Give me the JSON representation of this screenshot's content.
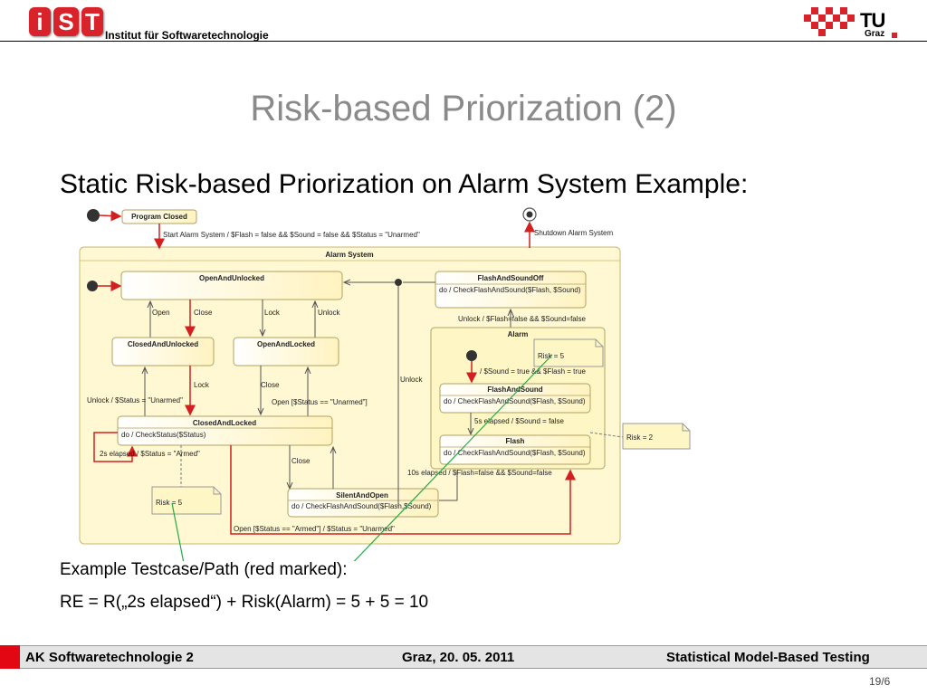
{
  "header": {
    "logo_letters": [
      "i",
      "S",
      "T"
    ],
    "institute": "Institut für Softwaretechnologie",
    "tu_letters": "TU",
    "tu_city": "Graz"
  },
  "title": "Risk-based Priorization (2)",
  "subtitle": "Static Risk-based Priorization on Alarm System Example:",
  "diagram": {
    "initial_state": "Program Closed",
    "start_transition": "Start Alarm System / $Flash = false && $Sound = false && $Status = \"Unarmed\"",
    "shutdown": "Shutdown Alarm System",
    "composite": "Alarm System",
    "states": {
      "open_unlocked": "OpenAndUnlocked",
      "closed_unlocked": "ClosedAndUnlocked",
      "open_locked": "OpenAndLocked",
      "closed_locked": "ClosedAndLocked",
      "closed_locked_do": "do / CheckStatus($Status)",
      "flash_sound_off": "FlashAndSoundOff",
      "flash_sound_off_do": "do / CheckFlashAndSound($Flash, $Sound)",
      "alarm": "Alarm",
      "flash_and_sound": "FlashAndSound",
      "flash_and_sound_do": "do / CheckFlashAndSound($Flash, $Sound)",
      "flash": "Flash",
      "flash_do": "do / CheckFlashAndSound($Flash, $Sound)",
      "silent_open": "SilentAndOpen",
      "silent_open_do": "do / CheckFlashAndSound($Flash,$Sound)"
    },
    "transitions": {
      "open": "Open",
      "close": "Close",
      "lock": "Lock",
      "unlock": "Unlock",
      "lock2": "Lock",
      "close2": "Close",
      "unlock_unarmed": "Unlock / $Status = \"Unarmed\"",
      "open_unarmed": "Open [$Status == \"Unarmed\"]",
      "elapsed_armed": "2s elapsed / $Status = \"Armed\"",
      "close3": "Close",
      "unlock_flash_off": "Unlock / $Flash=false && $Sound=false",
      "unlock3": "Unlock",
      "sound_flash_true": "/ $Sound = true && $Flash = true",
      "five_elapsed": "5s elapsed / $Sound = false",
      "ten_elapsed": "10s elapsed / $Flash=false && $Sound=false",
      "open_armed": "Open [$Status == \"Armed\"] / $Status = \"Unarmed\""
    },
    "notes": {
      "risk_alarm": "Risk = 5",
      "risk_flash": "Risk = 2",
      "risk_elapsed": "Risk = 5"
    },
    "colors": {
      "path": "#d22020",
      "pointer": "#22aa44",
      "state_fill": "#fffbe0",
      "composite_fill": "#fff6c6"
    }
  },
  "example_label": "Example Testcase/Path (red marked):",
  "formula": "RE = R(„2s elapsed“) + Risk(Alarm) = 5 + 5 = 10",
  "footer": {
    "left": "AK Softwaretechnologie 2",
    "middle": "Graz, 20. 05. 2011",
    "right": "Statistical Model-Based Testing",
    "page": "19/6"
  }
}
